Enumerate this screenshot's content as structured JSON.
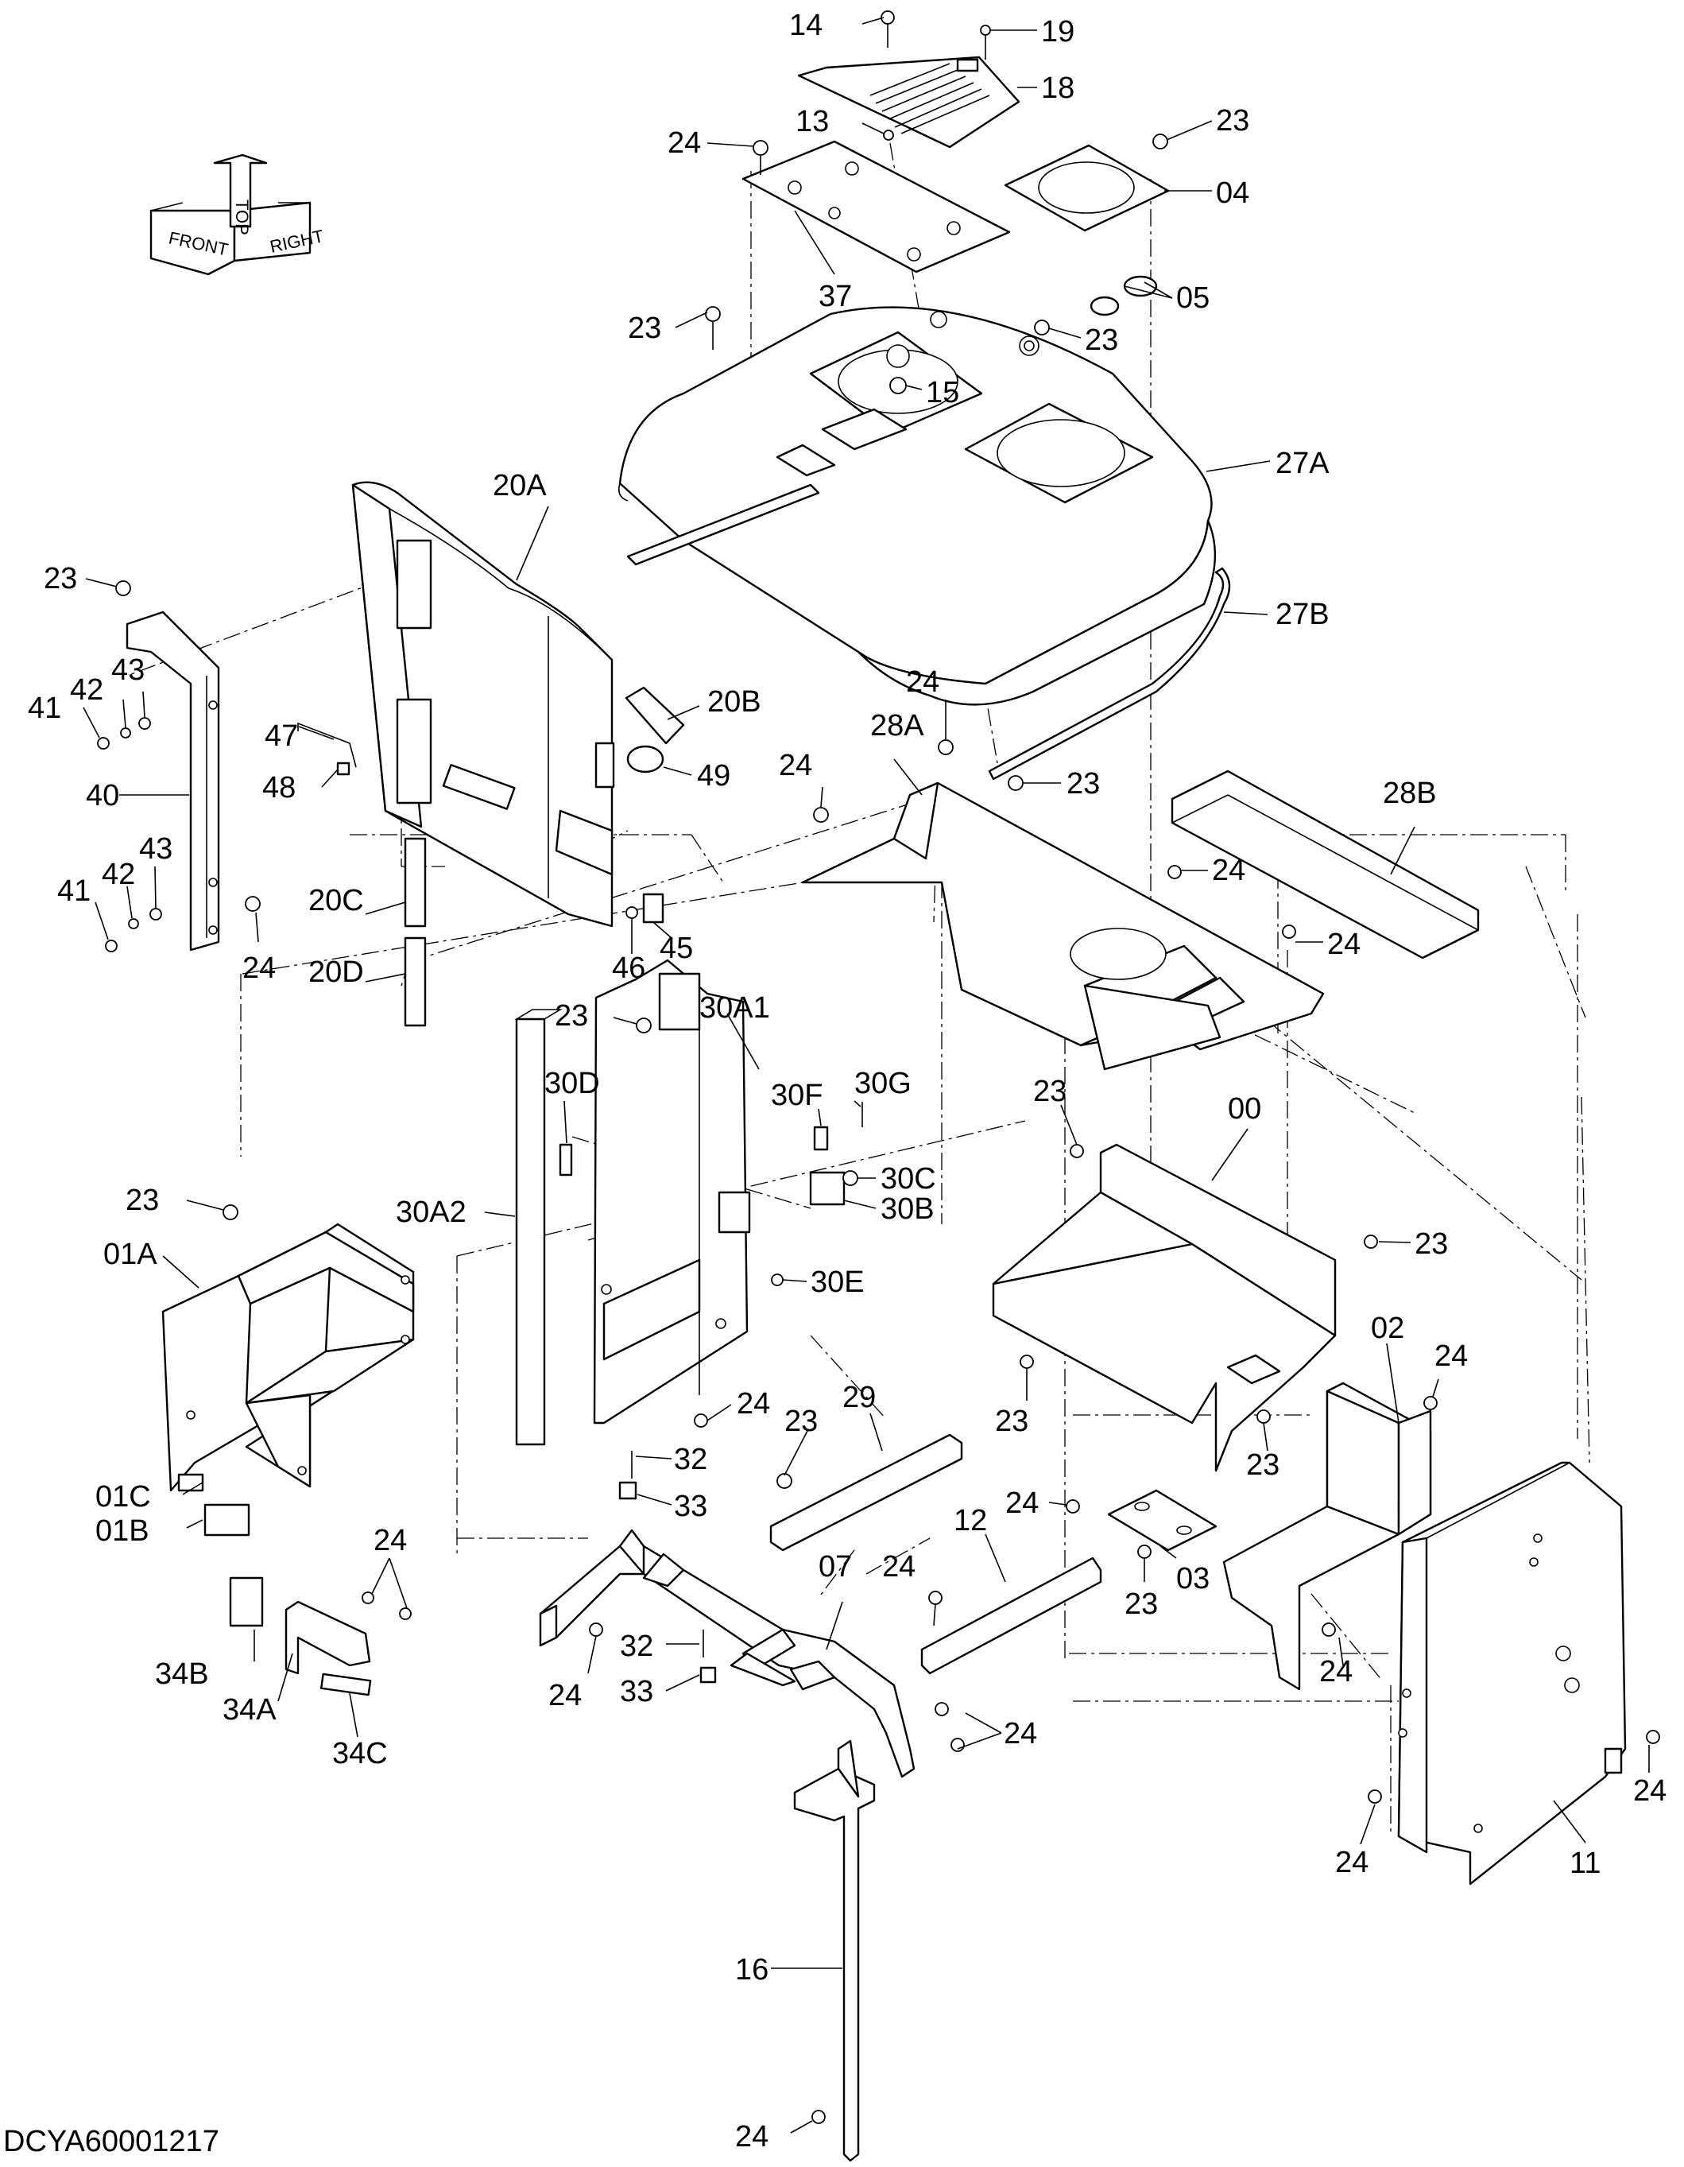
{
  "diagram": {
    "drawing_code": "DCYA60001217",
    "orientation_marker": {
      "front": "FRONT",
      "top": "TOP",
      "right": "RIGHT"
    },
    "callouts": [
      {
        "id": "c14",
        "text": "14"
      },
      {
        "id": "c19",
        "text": "19"
      },
      {
        "id": "c18",
        "text": "18"
      },
      {
        "id": "c13",
        "text": "13"
      },
      {
        "id": "c24a",
        "text": "24"
      },
      {
        "id": "c23a",
        "text": "23"
      },
      {
        "id": "c04",
        "text": "04"
      },
      {
        "id": "c37",
        "text": "37"
      },
      {
        "id": "c05",
        "text": "05"
      },
      {
        "id": "c23b",
        "text": "23"
      },
      {
        "id": "c23c",
        "text": "23"
      },
      {
        "id": "c15",
        "text": "15"
      },
      {
        "id": "c20A",
        "text": "20A"
      },
      {
        "id": "c27A",
        "text": "27A"
      },
      {
        "id": "c27B",
        "text": "27B"
      },
      {
        "id": "c23d",
        "text": "23"
      },
      {
        "id": "c43a",
        "text": "43"
      },
      {
        "id": "c42a",
        "text": "42"
      },
      {
        "id": "c41a",
        "text": "41"
      },
      {
        "id": "c40",
        "text": "40"
      },
      {
        "id": "c43b",
        "text": "43"
      },
      {
        "id": "c42b",
        "text": "42"
      },
      {
        "id": "c41b",
        "text": "41"
      },
      {
        "id": "c24b",
        "text": "24"
      },
      {
        "id": "c47",
        "text": "47"
      },
      {
        "id": "c48",
        "text": "48"
      },
      {
        "id": "c20B",
        "text": "20B"
      },
      {
        "id": "c49",
        "text": "49"
      },
      {
        "id": "c20C",
        "text": "20C"
      },
      {
        "id": "c20D",
        "text": "20D"
      },
      {
        "id": "c46",
        "text": "46"
      },
      {
        "id": "c45",
        "text": "45"
      },
      {
        "id": "c24c",
        "text": "24"
      },
      {
        "id": "c28A",
        "text": "28A"
      },
      {
        "id": "c24d",
        "text": "24"
      },
      {
        "id": "c23e",
        "text": "23"
      },
      {
        "id": "c28B",
        "text": "28B"
      },
      {
        "id": "c24e",
        "text": "24"
      },
      {
        "id": "c24f",
        "text": "24"
      },
      {
        "id": "c23f",
        "text": "23"
      },
      {
        "id": "c30A1",
        "text": "30A1"
      },
      {
        "id": "c30D",
        "text": "30D"
      },
      {
        "id": "c30G",
        "text": "30G"
      },
      {
        "id": "c30F",
        "text": "30F"
      },
      {
        "id": "c30C",
        "text": "30C"
      },
      {
        "id": "c30B",
        "text": "30B"
      },
      {
        "id": "c30A2",
        "text": "30A2"
      },
      {
        "id": "c30E",
        "text": "30E"
      },
      {
        "id": "c23g",
        "text": "23"
      },
      {
        "id": "c00",
        "text": "00"
      },
      {
        "id": "c23h",
        "text": "23"
      },
      {
        "id": "c23i",
        "text": "23"
      },
      {
        "id": "c01A",
        "text": "01A"
      },
      {
        "id": "c24g",
        "text": "24"
      },
      {
        "id": "c23j",
        "text": "23"
      },
      {
        "id": "c23k",
        "text": "23"
      },
      {
        "id": "c23l",
        "text": "23"
      },
      {
        "id": "c29",
        "text": "29"
      },
      {
        "id": "c02",
        "text": "02"
      },
      {
        "id": "c24h",
        "text": "24"
      },
      {
        "id": "c32a",
        "text": "32"
      },
      {
        "id": "c33a",
        "text": "33"
      },
      {
        "id": "c01C",
        "text": "01C"
      },
      {
        "id": "c01B",
        "text": "01B"
      },
      {
        "id": "c24i",
        "text": "24"
      },
      {
        "id": "c12",
        "text": "12"
      },
      {
        "id": "c03",
        "text": "03"
      },
      {
        "id": "c23m",
        "text": "23"
      },
      {
        "id": "c24j",
        "text": "24"
      },
      {
        "id": "c07",
        "text": "07"
      },
      {
        "id": "c24k",
        "text": "24"
      },
      {
        "id": "c32b",
        "text": "32"
      },
      {
        "id": "c33b",
        "text": "33"
      },
      {
        "id": "c24l",
        "text": "24"
      },
      {
        "id": "c34B",
        "text": "34B"
      },
      {
        "id": "c34A",
        "text": "34A"
      },
      {
        "id": "c34C",
        "text": "34C"
      },
      {
        "id": "c24m",
        "text": "24"
      },
      {
        "id": "c24n",
        "text": "24"
      },
      {
        "id": "c24o",
        "text": "24"
      },
      {
        "id": "c24p",
        "text": "24"
      },
      {
        "id": "c11",
        "text": "11"
      },
      {
        "id": "c16",
        "text": "16"
      },
      {
        "id": "c24q",
        "text": "24"
      }
    ]
  }
}
